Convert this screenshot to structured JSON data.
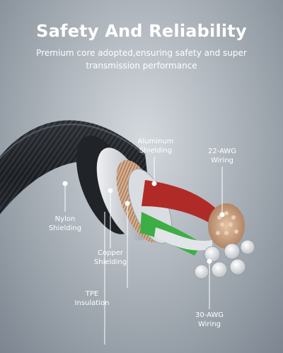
{
  "header": {
    "title": "Safety And Reliability",
    "subtitle_line1": "Premium core adopted,ensuring safety and super",
    "subtitle_line2": "transmission performance"
  },
  "callouts": {
    "aluminum": [
      "Aluminum",
      "Shielding"
    ],
    "awg22": [
      "22-AWG",
      "Wiring"
    ],
    "nylon": [
      "Nylon",
      "Shielding"
    ],
    "copper": [
      "Copper",
      "Shielding"
    ],
    "tpe": [
      "TPE",
      "Insulation"
    ],
    "awg30": [
      "30-AWG",
      "Wiring"
    ]
  },
  "colors": {
    "text": "#ffffff",
    "braid": "#23272c",
    "red_wire": "#b02b28",
    "green_wire": "#3cae44",
    "copper": "#c89a74",
    "callout_dot": "#ffffff"
  }
}
